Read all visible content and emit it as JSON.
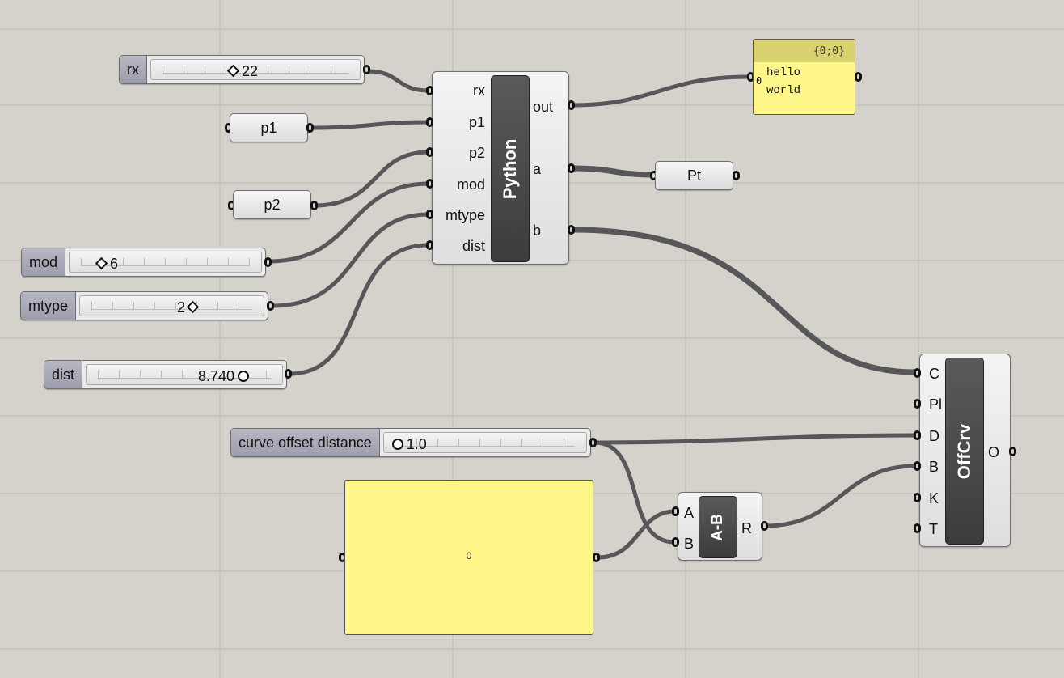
{
  "sliders": {
    "rx": {
      "label": "rx",
      "value": "22"
    },
    "mod": {
      "label": "mod",
      "value": "6"
    },
    "mtype": {
      "label": "mtype",
      "value": "2"
    },
    "dist": {
      "label": "dist",
      "value": "8.740"
    },
    "offset": {
      "label": "curve offset distance",
      "value": "1.0"
    }
  },
  "params": {
    "p1": "p1",
    "p2": "p2",
    "pt": "Pt"
  },
  "python": {
    "title": "Python",
    "inputs": [
      "rx",
      "p1",
      "p2",
      "mod",
      "mtype",
      "dist"
    ],
    "outputs": [
      "out",
      "a",
      "b"
    ]
  },
  "offcrv": {
    "title": "OffCrv",
    "inputs": [
      "C",
      "Pl",
      "D",
      "B",
      "K",
      "T"
    ],
    "output": "O"
  },
  "subtract": {
    "title": "A-B",
    "inputs": [
      "A",
      "B"
    ],
    "output": "R"
  },
  "panel_out": {
    "header": "{0;0}",
    "index": "0",
    "lines": [
      "hello",
      "world"
    ]
  },
  "panel_zero": {
    "value": "0"
  },
  "colors": {
    "canvas": "#d4d2cb",
    "panel": "#fff68a",
    "panel_header": "#dad171",
    "wire": "#57575a"
  }
}
